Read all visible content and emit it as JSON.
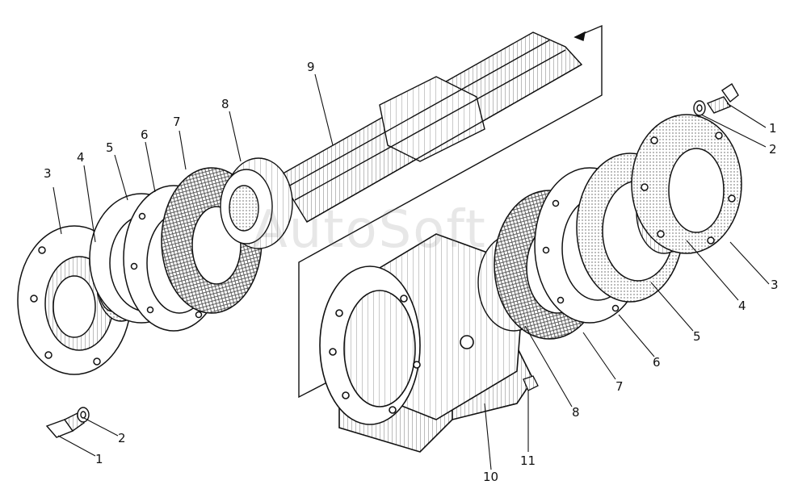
{
  "watermark": "AutoSoft",
  "labels": {
    "left": {
      "p3": "3",
      "p4": "4",
      "p5": "5",
      "p6": "6",
      "p7": "7",
      "p8": "8",
      "p9": "9",
      "p1": "1",
      "p2": "2"
    },
    "right": {
      "p1": "1",
      "p2": "2",
      "p3": "3",
      "p4": "4",
      "p5": "5",
      "p6": "6",
      "p7": "7",
      "p8": "8",
      "p10": "10",
      "p11": "11"
    }
  },
  "colors": {
    "ink": "#111111",
    "paper": "#ffffff",
    "hatch": "#333333"
  }
}
